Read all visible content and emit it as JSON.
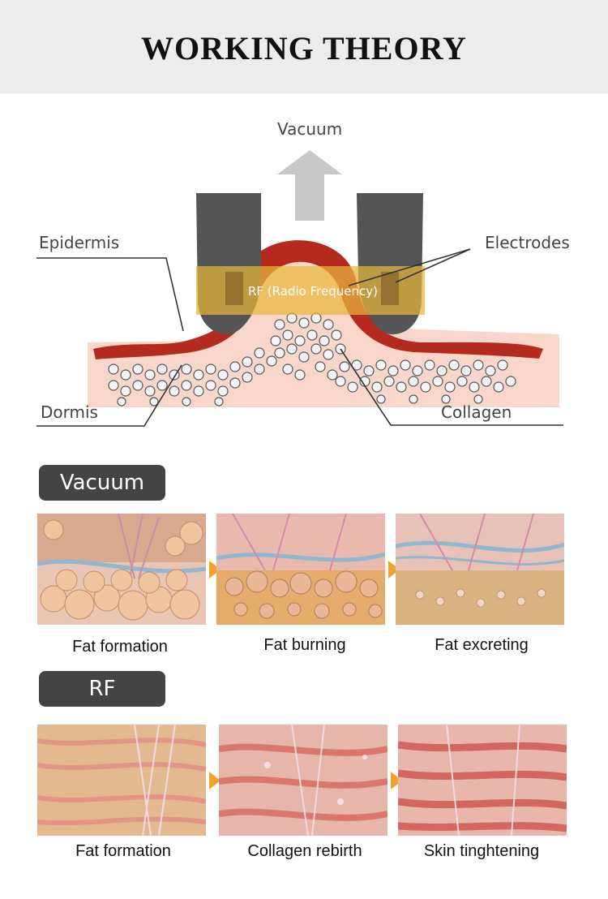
{
  "header": {
    "title": "WORKING THEORY"
  },
  "diagram": {
    "labels": {
      "vacuum": "Vacuum",
      "epidermis": "Epidermis",
      "electrodes": "Electrodes",
      "rf": "RF (Radio Frequency)",
      "dormis": "Dormis",
      "collagen": "Collagen"
    },
    "colors": {
      "electrode": "#555555",
      "arrow": "#c8c8c8",
      "skin_outer": "#f7d2c4",
      "skin_red": "#b52a1e",
      "rf_band": "#e8b73c"
    }
  },
  "sections": [
    {
      "title": "Vacuum",
      "steps": [
        {
          "caption": "Fat formation"
        },
        {
          "caption": "Fat burning"
        },
        {
          "caption": "Fat excreting"
        }
      ]
    },
    {
      "title": "RF",
      "steps": [
        {
          "caption": "Fat formation"
        },
        {
          "caption": "Collagen rebirth"
        },
        {
          "caption": "Skin tinghtening"
        }
      ]
    }
  ],
  "accent": "#f2a12b"
}
